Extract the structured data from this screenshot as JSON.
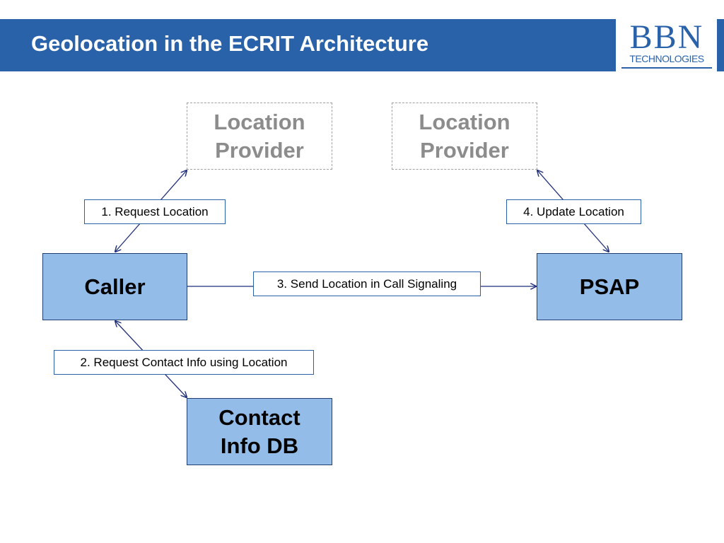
{
  "header": {
    "title": "Geolocation in the ECRIT Architecture"
  },
  "logo": {
    "main": "BBN",
    "sub": "TECHNOLOGIES"
  },
  "colors": {
    "header_blue": "#2a62aa",
    "node_fill": "#93bce8",
    "arrow": "#1f2f7a"
  },
  "diagram": {
    "nodes": {
      "location_provider_left": "Location\nProvider",
      "location_provider_right": "Location\nProvider",
      "caller": "Caller",
      "psap": "PSAP",
      "contact_db": "Contact\nInfo DB"
    },
    "steps": {
      "step1": "1. Request Location",
      "step2": "2. Request Contact Info using Location",
      "step3": "3. Send Location in Call Signaling",
      "step4": "4. Update Location"
    }
  }
}
